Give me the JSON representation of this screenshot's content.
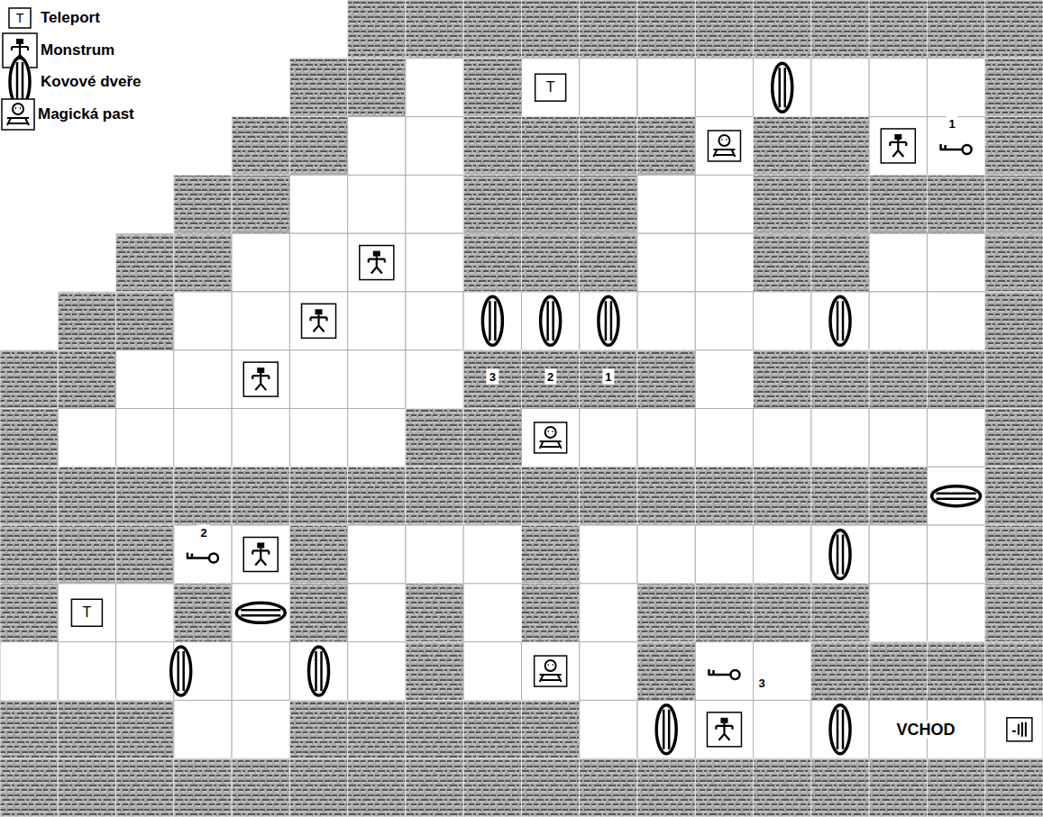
{
  "diagram": {
    "labels": [
      "T",
      "T",
      "1",
      "3",
      "2",
      "1",
      "2",
      "T",
      "3",
      "VCHOD"
    ],
    "legend": [
      {
        "text": "Teleport"
      },
      {
        "text": "Monstrum"
      },
      {
        "text": "Kovové dveře"
      },
      {
        "text": "Magická past"
      }
    ]
  }
}
